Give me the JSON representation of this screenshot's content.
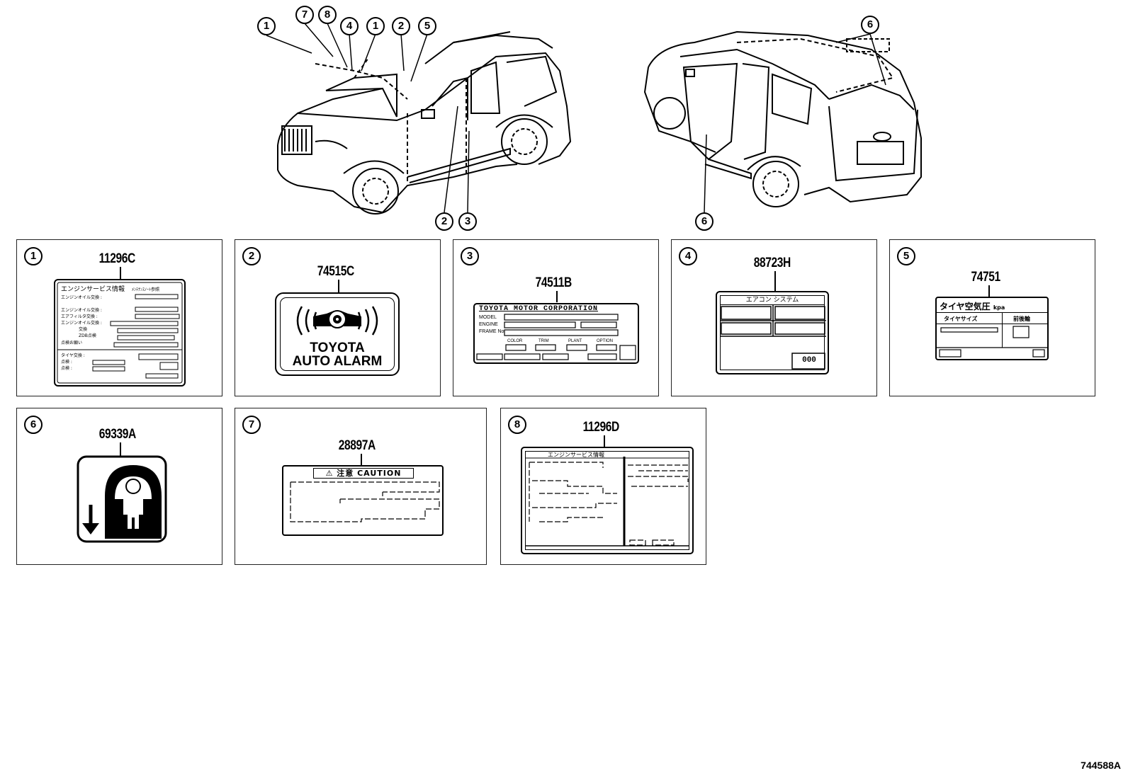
{
  "diagram": {
    "callouts_front": [
      "1",
      "7",
      "8",
      "4",
      "1",
      "2",
      "5"
    ],
    "callouts_front_bottom": [
      "2",
      "3"
    ],
    "callout_rear_top": "6",
    "callout_rear_bottom": "6"
  },
  "panels": [
    {
      "index": "1",
      "part": "11296C"
    },
    {
      "index": "2",
      "part": "74515C",
      "label_line1": "TOYOTA",
      "label_line2": "AUTO ALARM"
    },
    {
      "index": "3",
      "part": "74511B",
      "header": "TOYOTA MOTOR CORPORATION",
      "fields": [
        "MODEL",
        "ENGINE",
        "FRAME No"
      ],
      "sub": [
        "COLOR",
        "TRIM",
        "PLANT",
        "OPTION"
      ]
    },
    {
      "index": "4",
      "part": "88723H",
      "header": "エアコン システム",
      "code": "000"
    },
    {
      "index": "5",
      "part": "74751",
      "header": "タイヤ空気圧",
      "unit": "kpa",
      "col1": "タイヤサイズ",
      "col2": "前後輪"
    },
    {
      "index": "6",
      "part": "69339A"
    },
    {
      "index": "7",
      "part": "28897A",
      "header": "注意 CAUTION"
    },
    {
      "index": "8",
      "part": "11296D",
      "header": "エンジンサービス情報"
    }
  ],
  "footer_code": "744588A"
}
